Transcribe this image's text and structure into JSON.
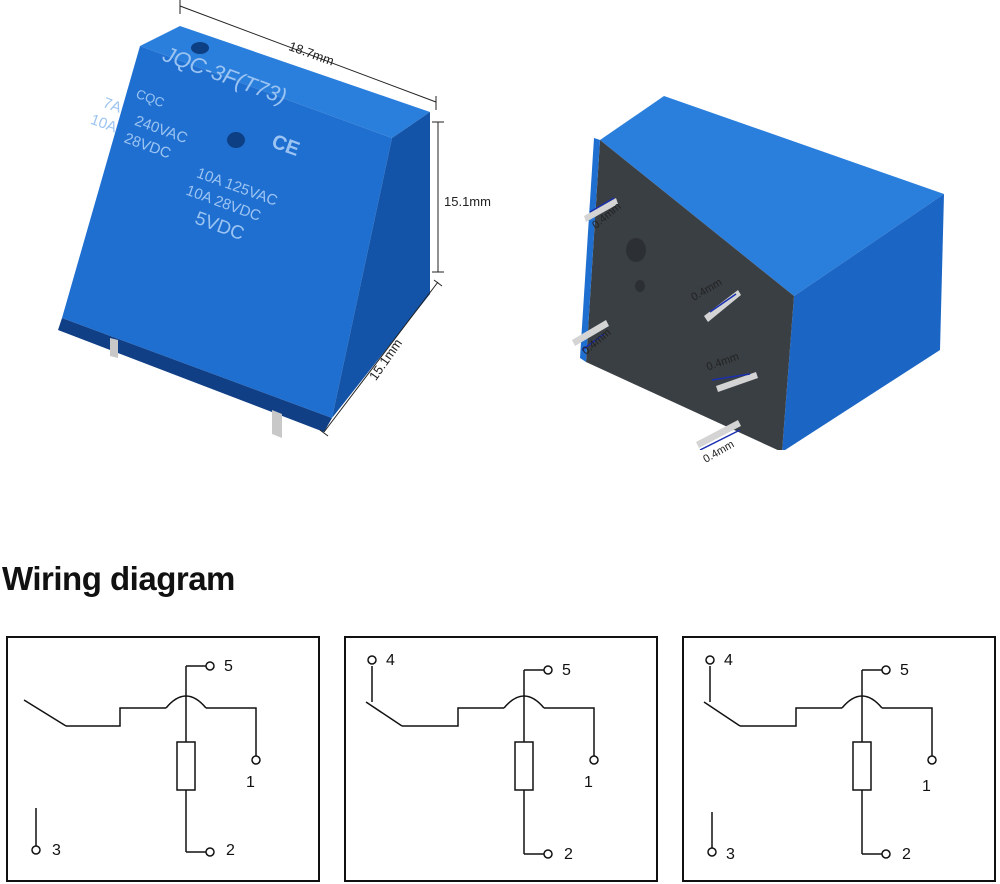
{
  "product": {
    "model": "JQC-3F(T73)",
    "brand_mark": "CQC",
    "cert_mark": "CE",
    "rating_left_1": "7A",
    "rating_left_2": "240VAC",
    "rating_left_3": "10A",
    "rating_left_4": "28VDC",
    "rating_right_1": "10A 125VAC",
    "rating_right_2": "10A 28VDC",
    "coil_voltage": "5VDC",
    "body_color": "#1f6fd1"
  },
  "dimensions": {
    "length": "18.7mm",
    "height": "15.1mm",
    "width": "15.1mm",
    "pin_labels": [
      "0.4mm",
      "0.4mm",
      "0.4mm",
      "0.4mm",
      "0.4mm"
    ]
  },
  "wiring": {
    "title": "Wiring diagram",
    "diagrams": [
      {
        "terminals": [
          "5",
          "1",
          "2",
          "3"
        ]
      },
      {
        "terminals": [
          "4",
          "5",
          "1",
          "2"
        ]
      },
      {
        "terminals": [
          "4",
          "5",
          "1",
          "3",
          "2"
        ]
      }
    ]
  }
}
